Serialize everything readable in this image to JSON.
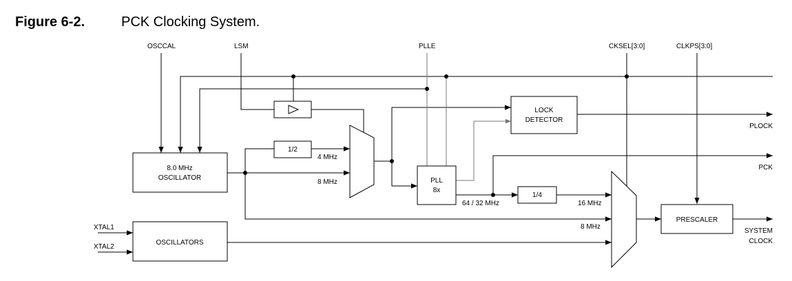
{
  "figure": {
    "number": "Figure 6-2.",
    "caption": "PCK Clocking System."
  },
  "inputs": {
    "osccal": "OSCCAL",
    "lsm": "LSM",
    "plle": "PLLE",
    "cksel": "CKSEL[3:0]",
    "clkps": "CLKPS[3:0]",
    "xtal1": "XTAL1",
    "xtal2": "XTAL2"
  },
  "blocks": {
    "osc8_line1": "8.0 MHz",
    "osc8_line2": "OSCILLATOR",
    "oscillators": "OSCILLATORS",
    "divider2": "1/2",
    "pll_line1": "PLL",
    "pll_line2": "8x",
    "lock_line1": "LOCK",
    "lock_line2": "DETECTOR",
    "divider4": "1/4",
    "prescaler": "PRESCALER"
  },
  "signals": {
    "mhz4": "4 MHz",
    "mhz8_top": "8 MHz",
    "mhz64_32": "64 / 32 MHz",
    "mhz16": "16 MHz",
    "mhz8_bottom": "8 MHz"
  },
  "outputs": {
    "plock": "PLOCK",
    "pck": "PCK",
    "sysclk_line1": "SYSTEM",
    "sysclk_line2": "CLOCK"
  }
}
